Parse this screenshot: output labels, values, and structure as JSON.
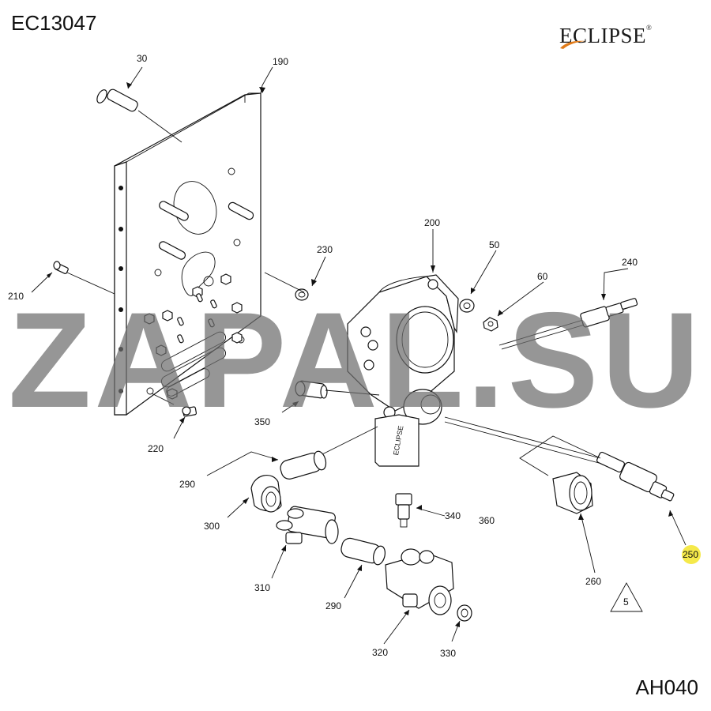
{
  "header": {
    "code_top": "EC13047",
    "code_bottom": "AH040"
  },
  "logo": {
    "text": "ECLIPSE",
    "registered": "®",
    "swoosh_color": "#e07b1a"
  },
  "watermark": {
    "text": "ZAPAL.SU"
  },
  "note_symbol": {
    "text": "5"
  },
  "highlight_color": "#f5e94a",
  "callouts": [
    {
      "id": "c30",
      "label": "30"
    },
    {
      "id": "c190",
      "label": "190"
    },
    {
      "id": "c200",
      "label": "200"
    },
    {
      "id": "c50",
      "label": "50"
    },
    {
      "id": "c60",
      "label": "60"
    },
    {
      "id": "c240",
      "label": "240"
    },
    {
      "id": "c230",
      "label": "230"
    },
    {
      "id": "c210",
      "label": "210"
    },
    {
      "id": "c350",
      "label": "350"
    },
    {
      "id": "c220",
      "label": "220"
    },
    {
      "id": "c290a",
      "label": "290"
    },
    {
      "id": "c300",
      "label": "300"
    },
    {
      "id": "c310",
      "label": "310"
    },
    {
      "id": "c340",
      "label": "340"
    },
    {
      "id": "c360",
      "label": "360"
    },
    {
      "id": "c290b",
      "label": "290"
    },
    {
      "id": "c320",
      "label": "320"
    },
    {
      "id": "c330",
      "label": "330"
    },
    {
      "id": "c260",
      "label": "260"
    },
    {
      "id": "c250",
      "label": "250",
      "highlighted": true
    }
  ]
}
